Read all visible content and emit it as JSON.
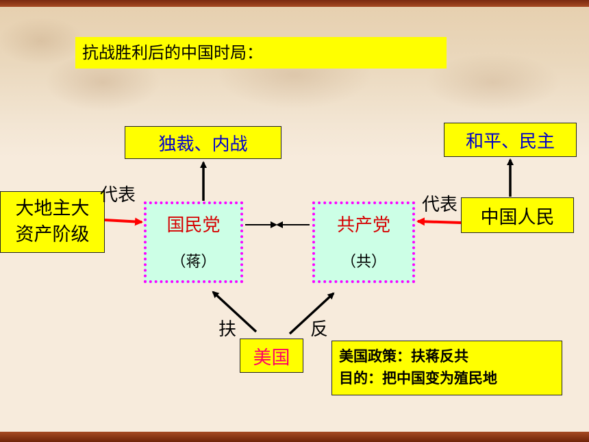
{
  "title": "抗战胜利后的中国时局：",
  "nodes": {
    "dictatorship": "独裁、内战",
    "peace": "和平、民主",
    "landlords_line1": "大地主大",
    "landlords_line2": "资产阶级",
    "people": "中国人民",
    "kmt_name": "国民党",
    "kmt_abbr": "（蒋）",
    "cpc_name": "共产党",
    "cpc_abbr": "（共）",
    "usa": "美国"
  },
  "labels": {
    "represent_left": "代表",
    "represent_right": "代表",
    "support": "扶",
    "oppose": "反"
  },
  "policy": {
    "line1": "美国政策：扶蒋反共",
    "line2": "目的：把中国变为殖民地"
  },
  "colors": {
    "box_fill": "#ffff00",
    "party_fill": "#ccffe6",
    "party_border": "#ff00ff",
    "party_text": "#d60000",
    "blue_text": "#0000cc",
    "usa_text": "#ff0066",
    "red_arrow": "#ff0000"
  }
}
